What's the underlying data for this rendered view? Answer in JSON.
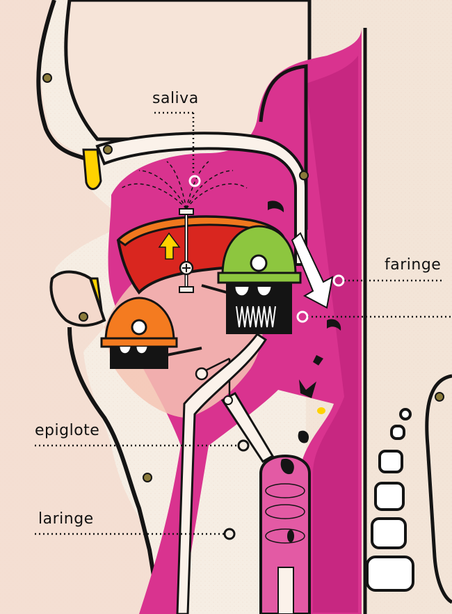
{
  "labels": {
    "saliva": "saliva",
    "faringe": "faringe",
    "epiglote": "epiglote",
    "laringe": "laringe"
  },
  "colors": {
    "background": "#f6eee4",
    "skin": "#f4d9cc",
    "magenta": "#d9338f",
    "magenta_dark": "#b81d76",
    "palate_red": "#d9261f",
    "palate_orange": "#f0781e",
    "helmet_green": "#8dc63f",
    "helmet_orange": "#f47b20",
    "arrow_yellow": "#ffd200",
    "outline": "#141414"
  }
}
